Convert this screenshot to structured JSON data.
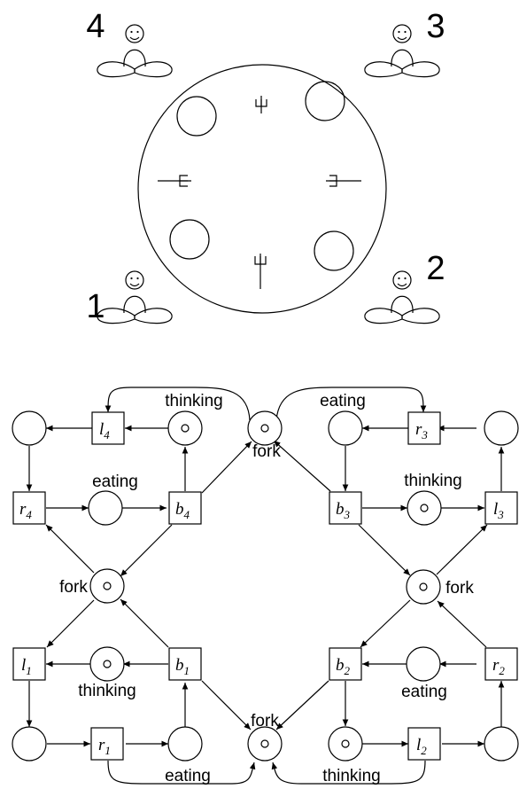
{
  "philosophers": [
    "1",
    "2",
    "3",
    "4"
  ],
  "labels": {
    "thinking": "thinking",
    "eating": "eating",
    "fork": "fork"
  },
  "transitions": {
    "l1": {
      "base": "l",
      "sub": "1"
    },
    "l2": {
      "base": "l",
      "sub": "2"
    },
    "l3": {
      "base": "l",
      "sub": "3"
    },
    "l4": {
      "base": "l",
      "sub": "4"
    },
    "r1": {
      "base": "r",
      "sub": "1"
    },
    "r2": {
      "base": "r",
      "sub": "2"
    },
    "r3": {
      "base": "r",
      "sub": "3"
    },
    "r4": {
      "base": "r",
      "sub": "4"
    },
    "b1": {
      "base": "b",
      "sub": "1"
    },
    "b2": {
      "base": "b",
      "sub": "2"
    },
    "b3": {
      "base": "b",
      "sub": "3"
    },
    "b4": {
      "base": "b",
      "sub": "4"
    }
  }
}
